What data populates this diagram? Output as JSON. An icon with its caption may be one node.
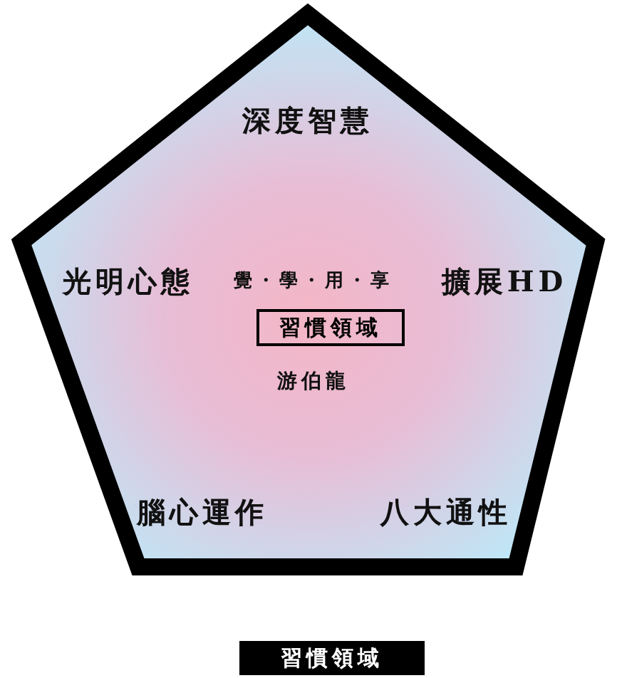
{
  "diagram": {
    "nodes": [
      {
        "text": [
          "深度智慧",
          "光明心態",
          "覺・學・用・享",
          "擴展HD",
          "游伯龍",
          "腦心運作",
          "八大通性"
        ]
      },
      {
        "text": [
          "習慣領域"
        ],
        "in": 0
      },
      {
        "text": [
          "習慣領域"
        ]
      }
    ]
  }
}
